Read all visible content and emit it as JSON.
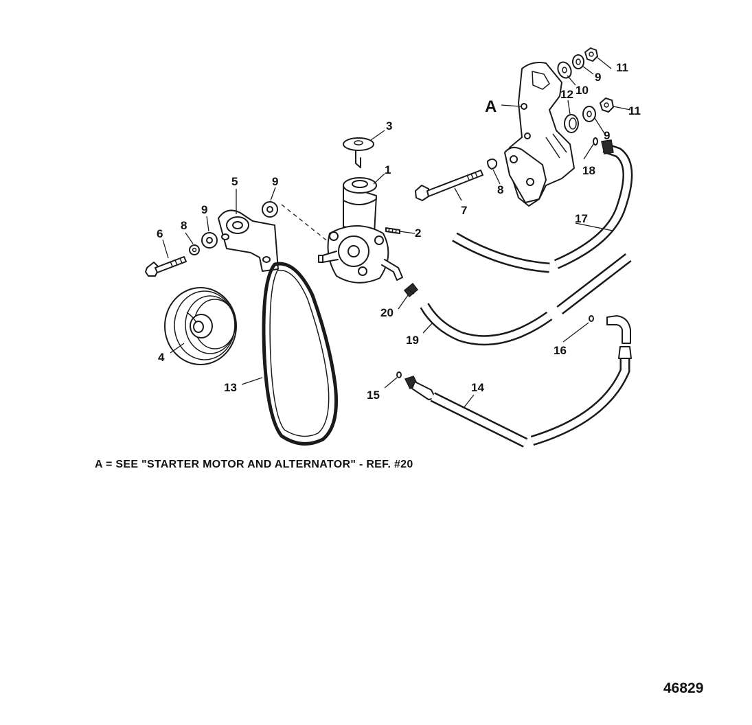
{
  "diagram": {
    "callouts": {
      "c1": "1",
      "c2": "2",
      "c3": "3",
      "c4": "4",
      "c5": "5",
      "c6": "6",
      "c7": "7",
      "c8a": "8",
      "c8b": "8",
      "c9a": "9",
      "c9b": "9",
      "c9c": "9",
      "c9d": "9",
      "c10": "10",
      "c11a": "11",
      "c11b": "11",
      "c12": "12",
      "c13": "13",
      "c14": "14",
      "c15": "15",
      "c16": "16",
      "c17": "17",
      "c18": "18",
      "c19": "19",
      "c20": "20",
      "cA": "A"
    },
    "note": "A = SEE \"STARTER MOTOR AND ALTERNATOR\" - REF. #20",
    "figure_number": "46829"
  }
}
